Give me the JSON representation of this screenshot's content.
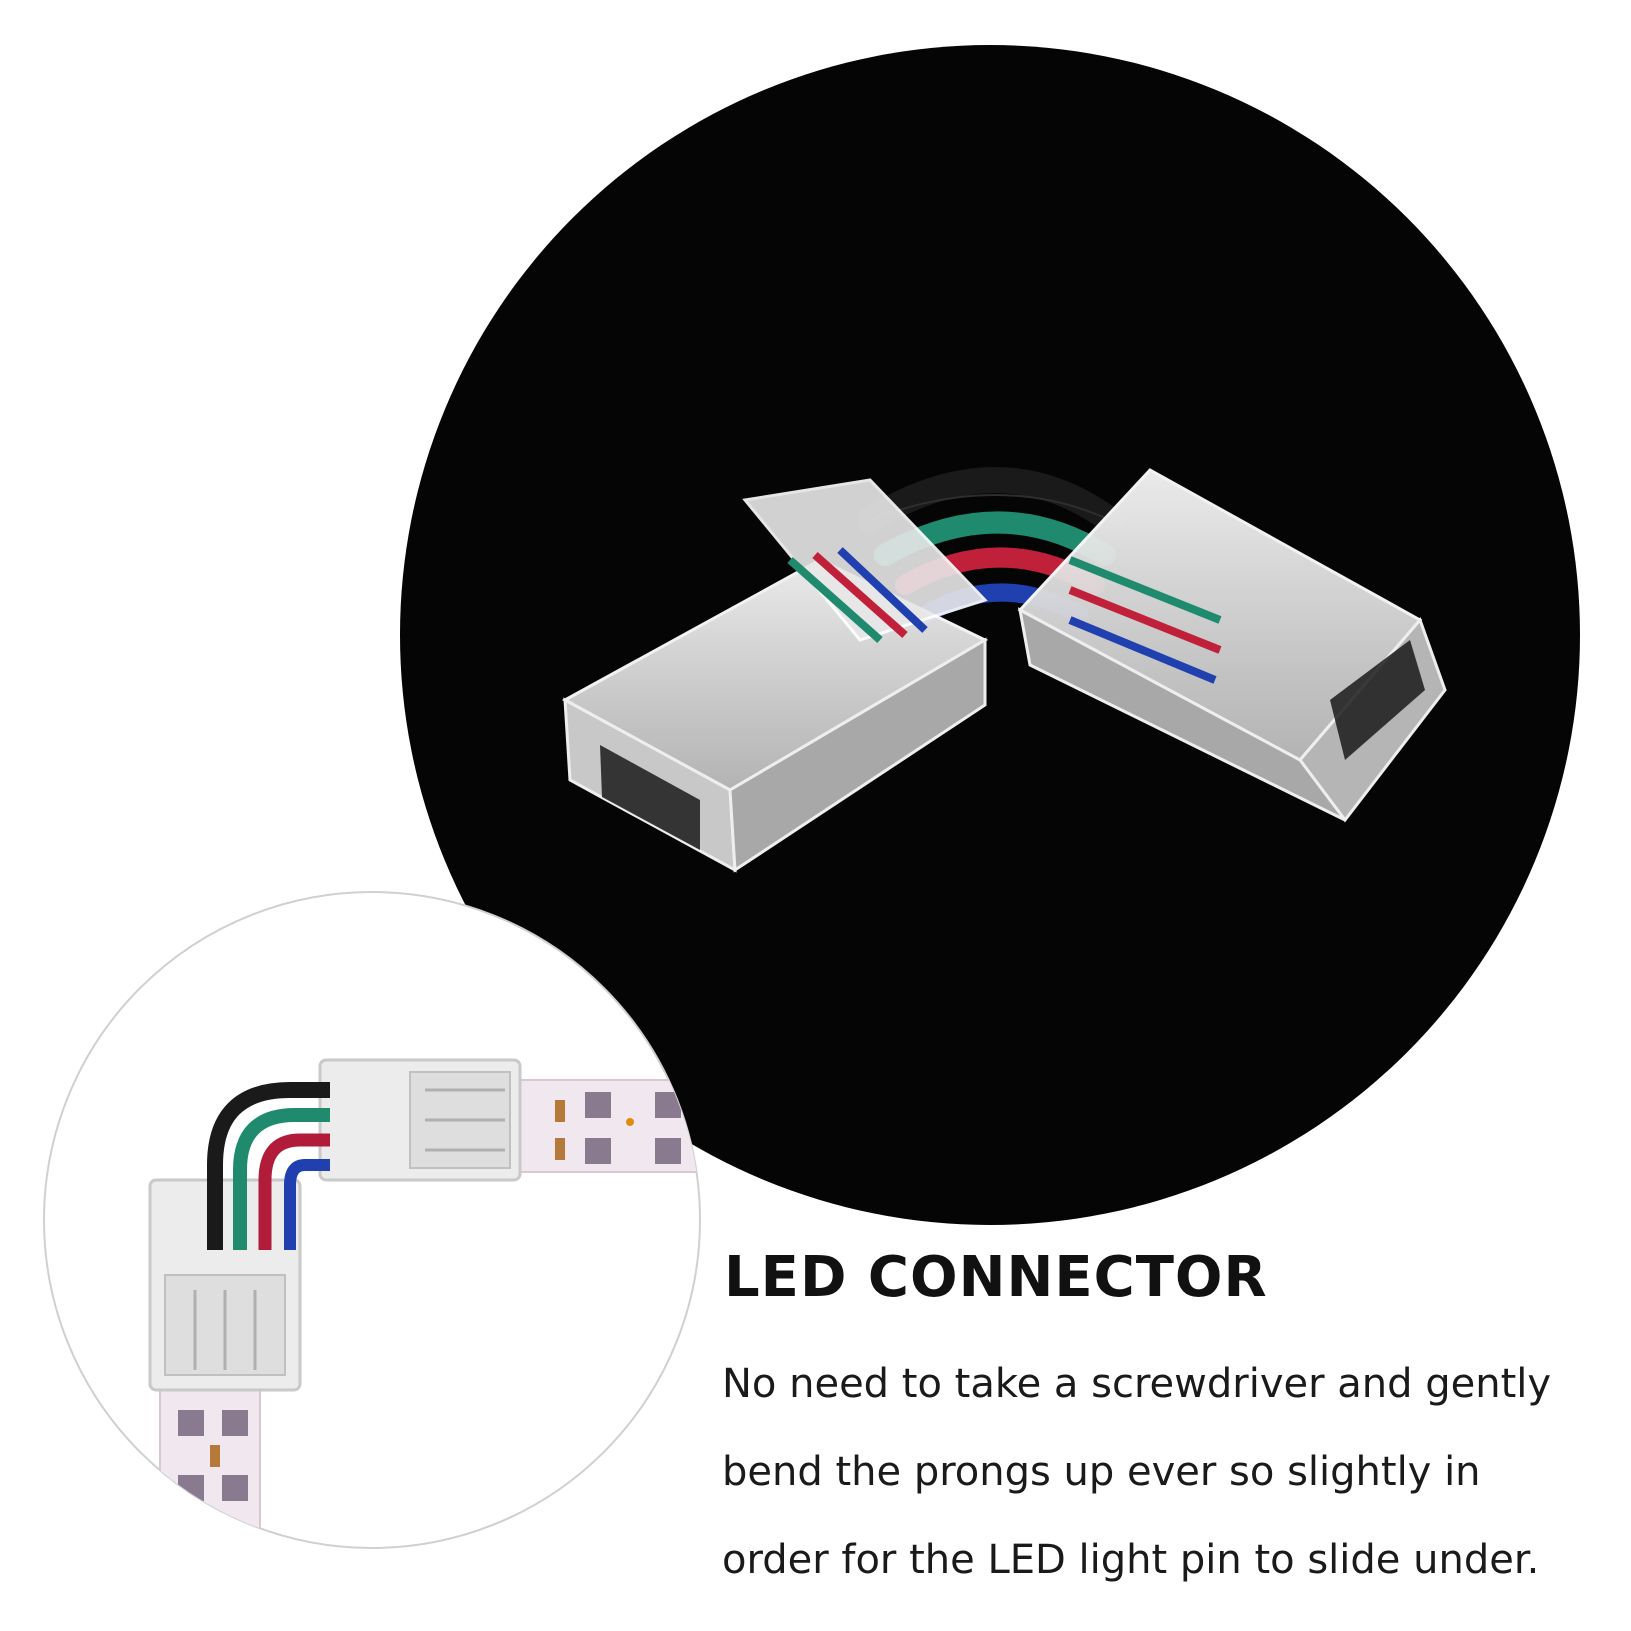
{
  "product": {
    "heading": "LED CONNECTOR",
    "description_lines": [
      "No need to take a screwdriver and gently",
      "bend the prongs up ever so slightly in",
      "order for the LED light pin to slide under."
    ]
  },
  "colors": {
    "background": "#ffffff",
    "photo_circle": "#050505",
    "wire_black": "#1a1a1a",
    "wire_green": "#1f8a6e",
    "wire_red": "#c0203a",
    "wire_blue": "#2040b0",
    "strip_board": "#f1e8ef",
    "text": "#111111"
  }
}
